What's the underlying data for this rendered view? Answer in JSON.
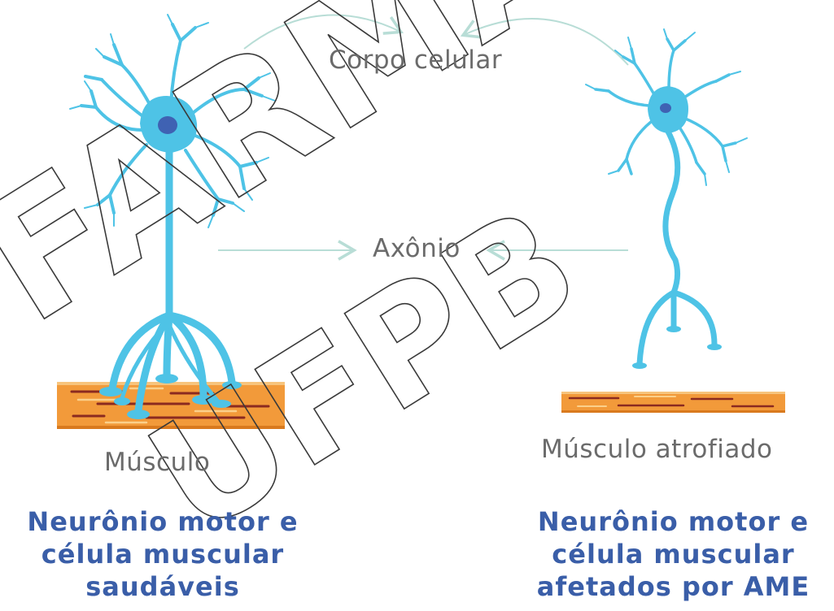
{
  "labels": {
    "cell_body": "Corpo celular",
    "axon": "Axônio",
    "muscle": "Músculo",
    "atrophied_muscle": "Músculo atrofiado"
  },
  "captions": {
    "healthy": [
      "Neurônio motor e",
      "célula muscular",
      "saudáveis"
    ],
    "affected": [
      "Neurônio motor e",
      "célula muscular",
      "afetados por AME"
    ]
  },
  "watermark": "FARMÁ UFPB",
  "colors": {
    "neuron": "#4ec3e6",
    "nucleus": "#3f62b3",
    "muscle": "#f29a3a",
    "muscle_fiber": "#8b2a20",
    "arrow": "#b8ddd6",
    "label": "#6b6b6b",
    "caption": "#3a5ea8"
  }
}
